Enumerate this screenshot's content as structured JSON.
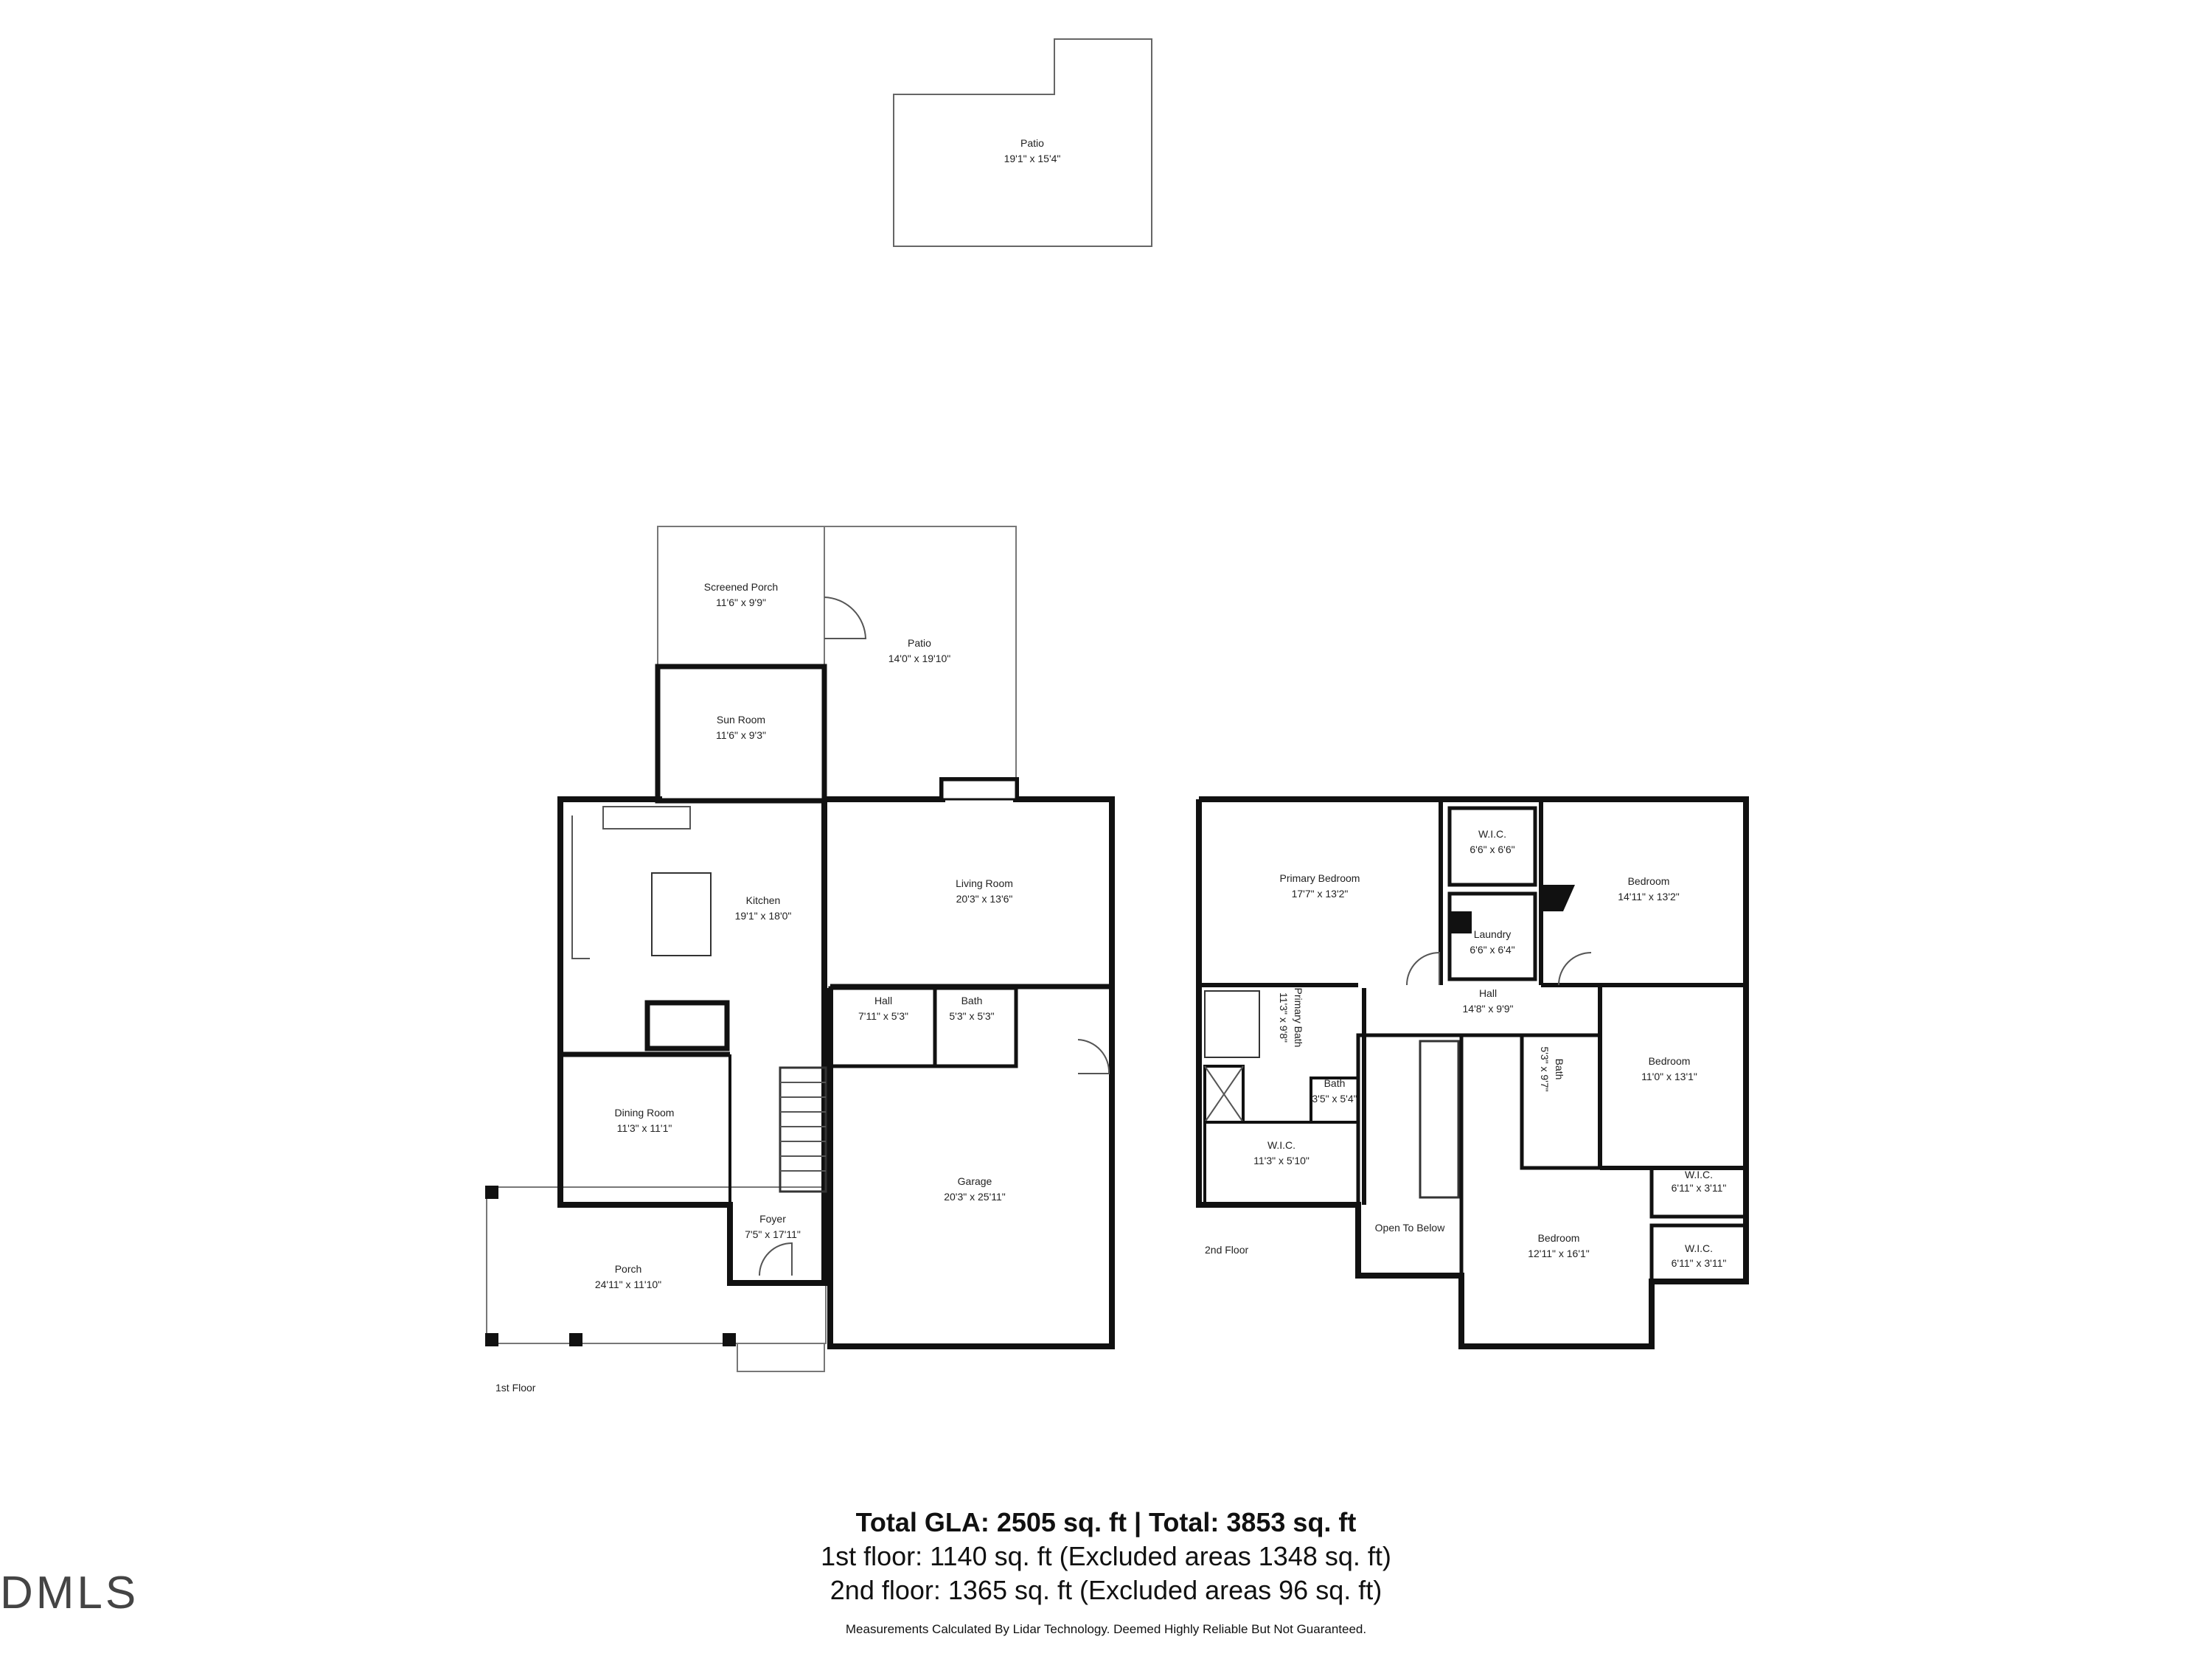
{
  "rooms_1st": [
    {
      "name": "Patio",
      "dim": "19'1\" x 15'4\""
    },
    {
      "name": "Screened Porch",
      "dim": "11'6\" x 9'9\""
    },
    {
      "name": "Patio",
      "dim": "14'0\" x 19'10\""
    },
    {
      "name": "Sun Room",
      "dim": "11'6\" x 9'3\""
    },
    {
      "name": "Kitchen",
      "dim": "19'1\" x 18'0\""
    },
    {
      "name": "Living Room",
      "dim": "20'3\" x 13'6\""
    },
    {
      "name": "Hall",
      "dim": "7'11\" x 5'3\""
    },
    {
      "name": "Bath",
      "dim": "5'3\" x 5'3\""
    },
    {
      "name": "Dining Room",
      "dim": "11'3\" x 11'1\""
    },
    {
      "name": "Garage",
      "dim": "20'3\" x 25'11\""
    },
    {
      "name": "Foyer",
      "dim": "7'5\" x 17'11\""
    },
    {
      "name": "Porch",
      "dim": "24'11\" x 11'10\""
    }
  ],
  "rooms_2nd": [
    {
      "name": "Primary Bedroom",
      "dim": "17'7\" x 13'2\""
    },
    {
      "name": "W.I.C.",
      "dim": "6'6\" x 6'6\""
    },
    {
      "name": "Bedroom",
      "dim": "14'11\" x 13'2\""
    },
    {
      "name": "Laundry",
      "dim": "6'6\" x 6'4\""
    },
    {
      "name": "Hall",
      "dim": "14'8\" x 9'9\""
    },
    {
      "name": "Primary Bath",
      "dim": "11'3\" x 9'8\""
    },
    {
      "name": "Bath",
      "dim": "3'5\" x 5'4\""
    },
    {
      "name": "Bath",
      "dim": "5'3\" x 9'7\""
    },
    {
      "name": "Bedroom",
      "dim": "11'0\" x 13'1\""
    },
    {
      "name": "W.I.C.",
      "dim": "11'3\" x 5'10\""
    },
    {
      "name": "W.I.C.",
      "dim": "6'11\" x 3'11\""
    },
    {
      "name": "Open To Below",
      "dim": ""
    },
    {
      "name": "Bedroom",
      "dim": "12'11\" x 16'1\""
    },
    {
      "name": "W.I.C.",
      "dim": "6'11\" x 3'11\""
    }
  ],
  "floor_labels": {
    "first": "1st Floor",
    "second": "2nd Floor"
  },
  "summary": {
    "total": "Total GLA: 2505 sq. ft | Total: 3853 sq. ft",
    "first": "1st floor: 1140 sq. ft (Excluded areas 1348 sq. ft)",
    "second": "2nd floor: 1365 sq. ft (Excluded areas 96 sq. ft)",
    "disclaimer": "Measurements Calculated By Lidar Technology. Deemed Highly Reliable But Not Guaranteed."
  },
  "watermark": "DMLS"
}
